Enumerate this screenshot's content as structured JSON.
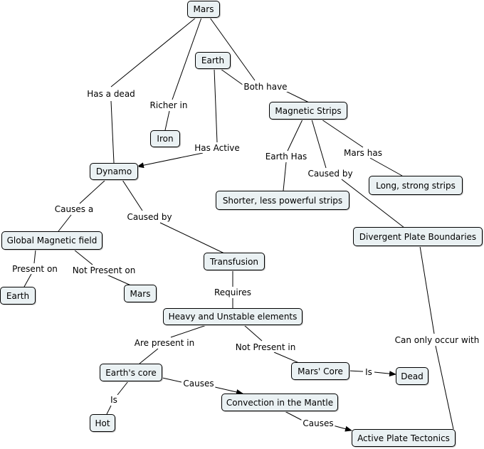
{
  "nodes": {
    "mars": "Mars",
    "earth_top": "Earth",
    "magnetic_strips": "Magnetic Strips",
    "iron": "Iron",
    "dynamo": "Dynamo",
    "shorter_strips": "Shorter, less powerful strips",
    "long_strips": "Long, strong strips",
    "global_field": "Global Magnetic field",
    "divergent": "Divergent Plate Boundaries",
    "transfusion": "Transfusion",
    "earth_bottom": "Earth",
    "mars_bottom": "Mars",
    "heavy_elements": "Heavy and Unstable elements",
    "earths_core": "Earth's core",
    "mars_core": "Mars' Core",
    "dead": "Dead",
    "convection": "Convection in the Mantle",
    "hot": "Hot",
    "active_plate": "Active Plate Tectonics"
  },
  "links": {
    "has_a_dead": "Has a dead",
    "richer_in": "Richer in",
    "both_have": "Both have",
    "has_active": "Has Active",
    "earth_has": "Earth Has",
    "mars_has": "Mars has",
    "caused_by_strips": "Caused by",
    "causes_a": "Causes a",
    "caused_by_dynamo": "Caused by",
    "present_on": "Present on",
    "not_present_on": "Not Present on",
    "requires": "Requires",
    "are_present_in": "Are present in",
    "not_present_in": "Not Present in",
    "is_dead": "Is",
    "is_hot": "Is",
    "causes_convection": "Causes",
    "causes_plate": "Causes",
    "can_only_occur_with": "Can only occur with"
  },
  "colors": {
    "node_fill": "#eaf1f3",
    "line": "#000000"
  }
}
